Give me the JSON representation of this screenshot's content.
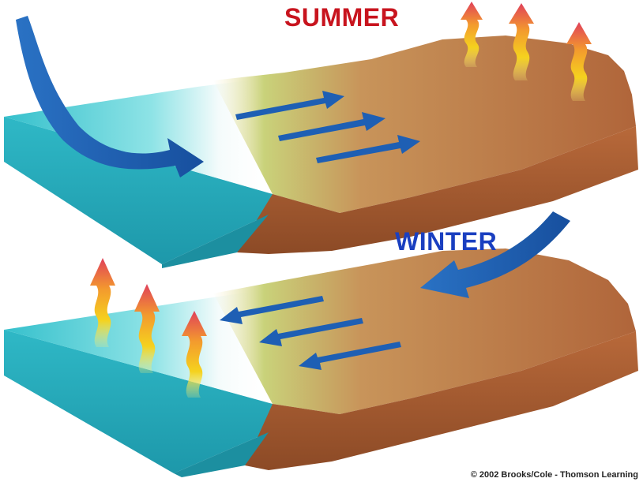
{
  "labels": {
    "summer": "SUMMER",
    "winter": "WINTER"
  },
  "copyright": "© 2002 Brooks/Cole - Thomson Learning",
  "colors": {
    "summer_text": "#c8141e",
    "winter_text": "#1a3fc0",
    "wind_arrow": "#1e5fb4",
    "ocean": "#3fc6cf",
    "land": "#b5683c",
    "heat_arrow_top": "#e0405a",
    "heat_arrow_bottom": "#f5d21e"
  },
  "icons": {
    "wind": "wind-arrow-icon",
    "heat": "heat-rising-arrow-icon"
  }
}
